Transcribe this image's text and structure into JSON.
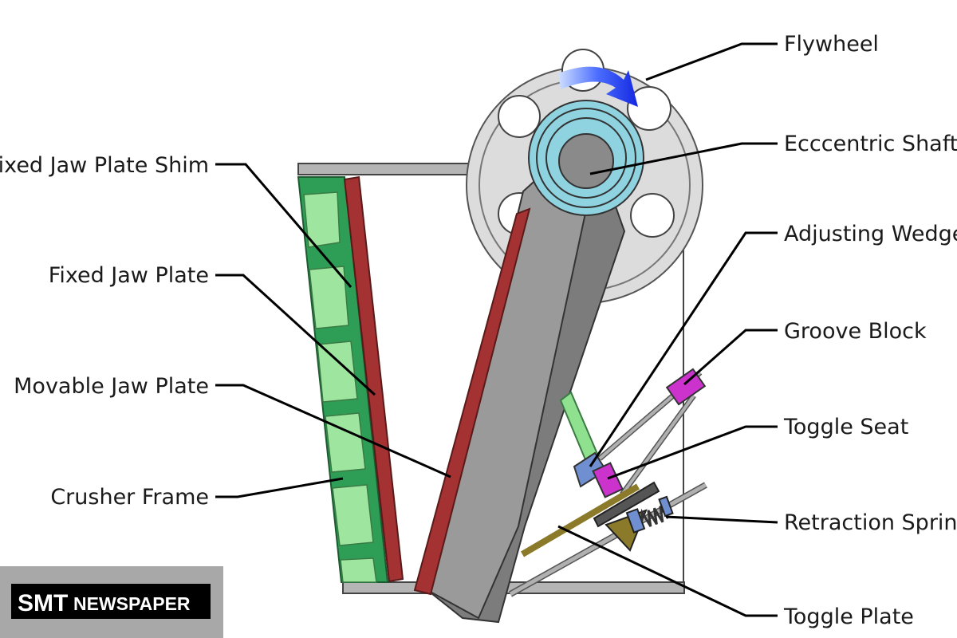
{
  "labels": {
    "flywheel": "Flywheel",
    "eccentric_shaft": "Ecccentric Shaft",
    "adjusting_wedge": "Adjusting Wedge",
    "groove_block": "Groove Block",
    "toggle_seat": "Toggle Seat",
    "retraction_spring": "Retraction Spring",
    "toggle_plate": "Toggle Plate",
    "fixed_jaw_plate_shim": "Fixed Jaw Plate Shim",
    "fixed_jaw_plate": "Fixed Jaw Plate",
    "movable_jaw_plate": "Movable Jaw Plate",
    "crusher_frame": "Crusher Frame"
  },
  "watermark": {
    "brand_a": "SMT",
    "brand_b": "NEWSPAPER"
  },
  "colors": {
    "fixed_jaw_green": "#2e9e56",
    "fixed_jaw_cells": "#9ee6a0",
    "jaw_plate_red": "#a43232",
    "pitman_gray": "#9a9a9a",
    "flywheel_gray": "#d9d9d9",
    "shaft_bearing_blue": "#8fd3e0",
    "groove_block_magenta": "#cc33cc",
    "toggle_seat_blue": "#6f8fd0",
    "arrow_blue": "#1428e0",
    "toggle_plate_olive": "#8a7a2a"
  }
}
